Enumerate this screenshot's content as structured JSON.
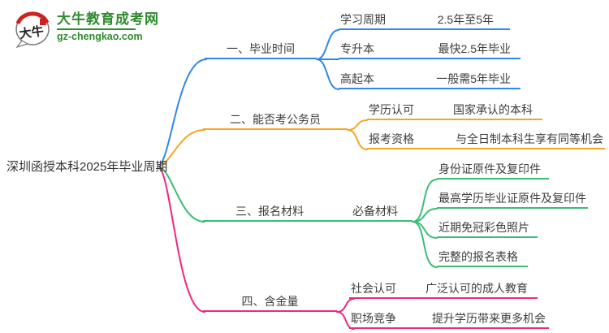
{
  "logo": {
    "mark_text": "大牛",
    "site_name": "大牛教育成考网",
    "site_domain": "gz-chengkao.com",
    "brand_color": "#2e8b2e",
    "seal_color": "#cc2222"
  },
  "root": {
    "label": "深圳函授本科2025年毕业周期"
  },
  "branches": [
    {
      "label": "一、毕业时间",
      "color": "#2f88e8",
      "children": [
        {
          "key": "学习周期",
          "value": "2.5年至5年"
        },
        {
          "key": "专升本",
          "value": "最快2.5年毕业"
        },
        {
          "key": "高起本",
          "value": "一般需5年毕业"
        }
      ]
    },
    {
      "label": "二、能否考公务员",
      "color": "#f5a623",
      "children": [
        {
          "key": "学历认可",
          "value": "国家承认的本科"
        },
        {
          "key": "报考资格",
          "value": "与全日制本科生享有同等机会"
        }
      ]
    },
    {
      "label": "三、报名材料",
      "color": "#3cbd74",
      "mid_label": "必备材料",
      "children": [
        {
          "value": "身份证原件及复印件"
        },
        {
          "value": "最高学历毕业证原件及复印件"
        },
        {
          "value": "近期免冠彩色照片"
        },
        {
          "value": "完整的报名表格"
        }
      ]
    },
    {
      "label": "四、含金量",
      "color": "#f0267f",
      "children": [
        {
          "key": "社会认可",
          "value": "广泛认可的成人教育"
        },
        {
          "key": "职场竞争",
          "value": "提升学历带来更多机会"
        }
      ]
    }
  ]
}
